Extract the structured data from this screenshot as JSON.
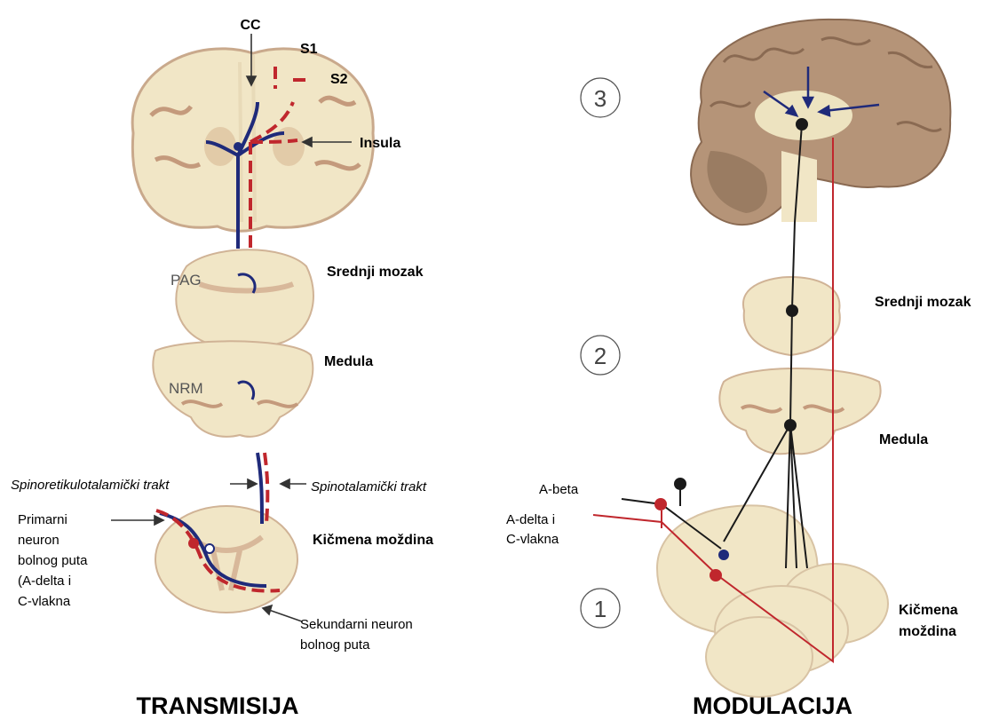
{
  "left_panel": {
    "title": "TRANSMISIJA",
    "labels": {
      "cc": "CC",
      "s1": "S1",
      "s2": "S2",
      "insula": "Insula",
      "pag": "PAG",
      "nrm": "NRM",
      "midbrain": "Srednji mozak",
      "medulla": "Medula",
      "spinoreticulothalamic": "Spinoretikulotalamički trakt",
      "spinothalamic": "Spinotalamički trakt",
      "primary_neuron": [
        "Primarni",
        "neuron",
        "bolnog puta",
        "(A-delta i",
        "C-vlakna"
      ],
      "spinal_cord": "Kičmena moždina",
      "secondary_neuron": [
        "Sekundarni neuron",
        "bolnog puta"
      ]
    }
  },
  "right_panel": {
    "title": "MODULACIJA",
    "labels": {
      "step3": "3",
      "step2": "2",
      "step1": "1",
      "midbrain": "Srednji mozak",
      "medulla": "Medula",
      "a_beta": "A-beta",
      "a_delta": [
        "A-delta i",
        "C-vlakna"
      ],
      "spinal_cord": [
        "Kičmena",
        "moždina"
      ]
    }
  },
  "colors": {
    "tissue": "#f1e6c6",
    "tissue_dark": "#c49a7c",
    "brain": "#b59478",
    "blue_tract": "#1f2a7a",
    "red_tract": "#c0272d",
    "black_neuron": "#1a1a1a"
  }
}
